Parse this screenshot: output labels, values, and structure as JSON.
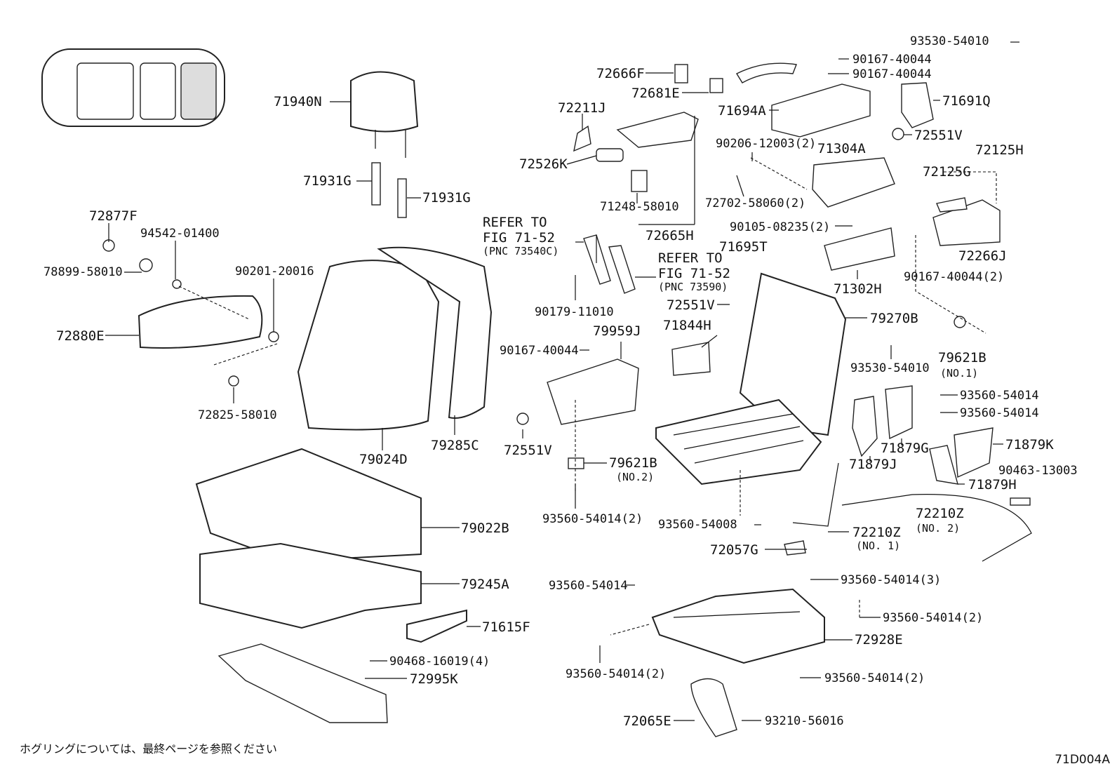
{
  "labels": {
    "l71940N": "71940N",
    "l71931G_a": "71931G",
    "l71931G_b": "71931G",
    "l72877F": "72877F",
    "l94542": "94542-01400",
    "l78899": "78899-58010",
    "l90201": "90201-20016",
    "l72880E": "72880E",
    "l72825": "72825-58010",
    "l79024D": "79024D",
    "l79285C": "79285C",
    "l79022B": "79022B",
    "l79245A": "79245A",
    "l71615F": "71615F",
    "l90468": "90468-16019(4)",
    "l72995K": "72995K",
    "l72666F": "72666F",
    "l72681E": "72681E",
    "l72211J": "72211J",
    "l72526K": "72526K",
    "l71248": "71248-58010",
    "l72665H": "72665H",
    "l71694A": "71694A",
    "l90167_1": "90167-40044",
    "l90167_2": "90167-40044",
    "l93530_top": "93530-54010",
    "l71691Q": "71691Q",
    "l72551V_top": "72551V",
    "l90206": "90206-12003(2)",
    "l71304A": "71304A",
    "l72125H": "72125H",
    "l72125G": "72125G",
    "l72702": "72702-58060(2)",
    "l90105": "90105-08235(2)",
    "l72266J": "72266J",
    "l71302H": "71302H",
    "l71695T": "71695T",
    "l90167_3": "90167-40044(2)",
    "l79270B": "79270B",
    "l79621B_1": "79621B",
    "l79621B_1n": "(NO.1)",
    "l93530_mid": "93530-54010",
    "l93560_a": "93560-54014",
    "l93560_b": "93560-54014",
    "l71879K": "71879K",
    "l71879G": "71879G",
    "l71879J": "71879J",
    "l71879H": "71879H",
    "l90463": "90463-13003",
    "l72210Z_2": "72210Z",
    "l72210Z_2n": "(NO. 2)",
    "l72210Z_1": "72210Z",
    "l72210Z_1n": "(NO. 1)",
    "l72057G": "72057G",
    "l93560_54008": "93560-54008",
    "l90179": "90179-11010",
    "l79959J": "79959J",
    "l90167_4": "90167-40044",
    "l72551V_mid": "72551V",
    "l72551V_left": "72551V",
    "l71844H": "71844H",
    "l79621B_2": "79621B",
    "l79621B_2n": "(NO.2)",
    "l93560_2": "93560-54014(2)",
    "refer1_a": "REFER TO",
    "refer1_b": "FIG 71-52",
    "refer1_c": "(PNC 73540C)",
    "refer2_a": "REFER TO",
    "refer2_b": "FIG 71-52",
    "refer2_c": "(PNC 73590)",
    "l93560_c": "93560-54014",
    "l93560_3": "93560-54014(3)",
    "l93560_d2": "93560-54014(2)",
    "l93560_e2": "93560-54014(2)",
    "l93560_f2": "93560-54014(2)",
    "l72928E": "72928E",
    "l72065E": "72065E",
    "l93210": "93210-56016"
  },
  "footnote": "ホグリングについては、最終ページを参照ください",
  "figure_code": "71D004A"
}
